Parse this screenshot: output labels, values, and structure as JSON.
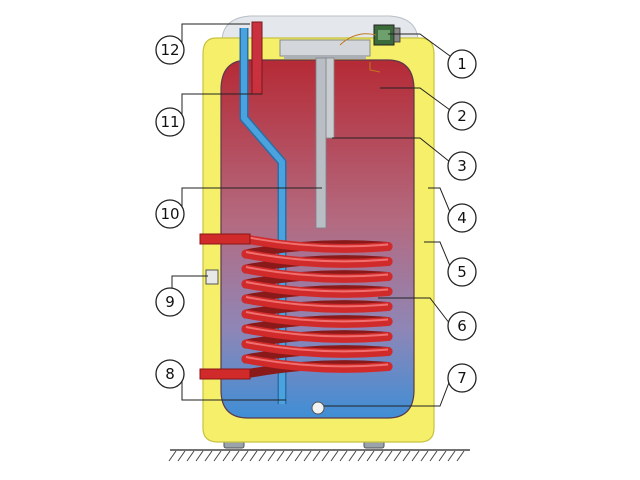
{
  "callouts": [
    {
      "id": 1,
      "label": "1"
    },
    {
      "id": 2,
      "label": "2"
    },
    {
      "id": 3,
      "label": "3"
    },
    {
      "id": 4,
      "label": "4"
    },
    {
      "id": 5,
      "label": "5"
    },
    {
      "id": 6,
      "label": "6"
    },
    {
      "id": 7,
      "label": "7"
    },
    {
      "id": 8,
      "label": "8"
    },
    {
      "id": 9,
      "label": "9"
    },
    {
      "id": 10,
      "label": "10"
    },
    {
      "id": 11,
      "label": "11"
    },
    {
      "id": 12,
      "label": "12"
    }
  ],
  "colors": {
    "insulation": "#f5ef6a",
    "tank_top": "#b52a35",
    "tank_bottom": "#3f8ed6",
    "coil": "#d12a2a",
    "cold_pipe": "#4aa3df",
    "lid": "#e4e8ec",
    "hatch": "#444444"
  }
}
